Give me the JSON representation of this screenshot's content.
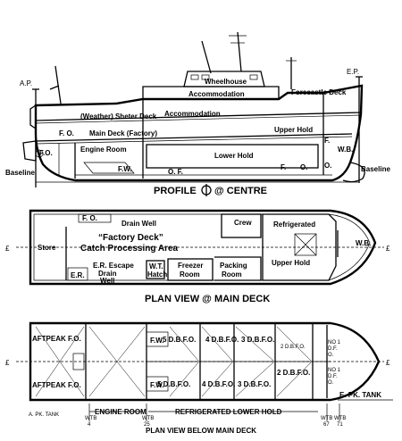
{
  "profile": {
    "ap": "A.P.",
    "ep": "E.P.",
    "wheelhouse": "Wheelhouse",
    "accommodation_upper": "Accommodation",
    "accommodation_lower": "Accommodation",
    "forecastle_deck": "Forecastle Deck",
    "shelter_deck": "(Weather) Sheter Deck",
    "fo_upper": "F.   O.",
    "main_deck": "Main Deck (Factory)",
    "upper_hold": "Upper Hold",
    "engine_room": "Engine Room",
    "lower_hold": "Lower Hold",
    "fo_aft": "F.O.",
    "fw": "F.W.",
    "of": "O.  F.",
    "f_bottom": "F.",
    "o_bottom": "O.",
    "f_fwd": "F.",
    "o_fwd": "O.",
    "wb": "W.B.",
    "baseline_left": "Baseline",
    "baseline_right": "Baseline",
    "title_left": "PROFILE",
    "title_right": "@ CENTRE"
  },
  "main_deck_plan": {
    "centerline_left": "£",
    "centerline_right": "£",
    "fo": "F.  O.",
    "drain_well_top": "Drain Well",
    "factory_deck": "“Factory Deck”",
    "catch_area": "Catch Processing Area",
    "crew": "Crew",
    "refrigerated": "Refrigerated",
    "store": "Store",
    "er_escape": "E.R. Escape",
    "drain": "Drain",
    "well": "Well",
    "er": "E.R.",
    "wt_hatch_1": "W.T.",
    "wt_hatch_2": "Hatch",
    "freezer_1": "Freezer",
    "freezer_2": "Room",
    "packing_1": "Packing",
    "packing_2": "Room",
    "upper_hold": "Upper Hold",
    "wb": "W.B.",
    "title": "PLAN VIEW @ MAIN DECK"
  },
  "below_deck_plan": {
    "centerline_left": "£",
    "centerline_right": "£",
    "aftpeak_top": "AFTPEAK F.O.",
    "aftpeak_bottom": "AFTPEAK F.O.",
    "fw_top": "F.W.",
    "fw_bottom": "F.W.",
    "tanks_top": [
      "5 D.B.F.O.",
      "4 D.B.F.O.",
      "3 D.B.F.O.",
      "2 D.B.F.O."
    ],
    "tanks_bottom": [
      "5 D.B.F.O.",
      "4 D.B.F.O.",
      "3 D.B.F.O.",
      "2 D.B.F.O."
    ],
    "no1_top": [
      "NO 1",
      "D.F.",
      "O."
    ],
    "no1_bottom": [
      "NO 1",
      "D.F.",
      "O."
    ],
    "e_pk_tank": "E. PK. TANK",
    "a_pk_tank": "A. PK. TANK",
    "engine_room": "ENGINE ROOM",
    "refrigerated_hold": "REFRIGERATED LOWER HOLD",
    "wtb": [
      {
        "label": "WTB",
        "num": "4"
      },
      {
        "label": "WTB",
        "num": "25"
      },
      {
        "label": "WTB",
        "num": "67"
      },
      {
        "label": "WTB",
        "num": "71"
      }
    ],
    "title": "PLAN VIEW BELOW MAIN  DECK"
  }
}
